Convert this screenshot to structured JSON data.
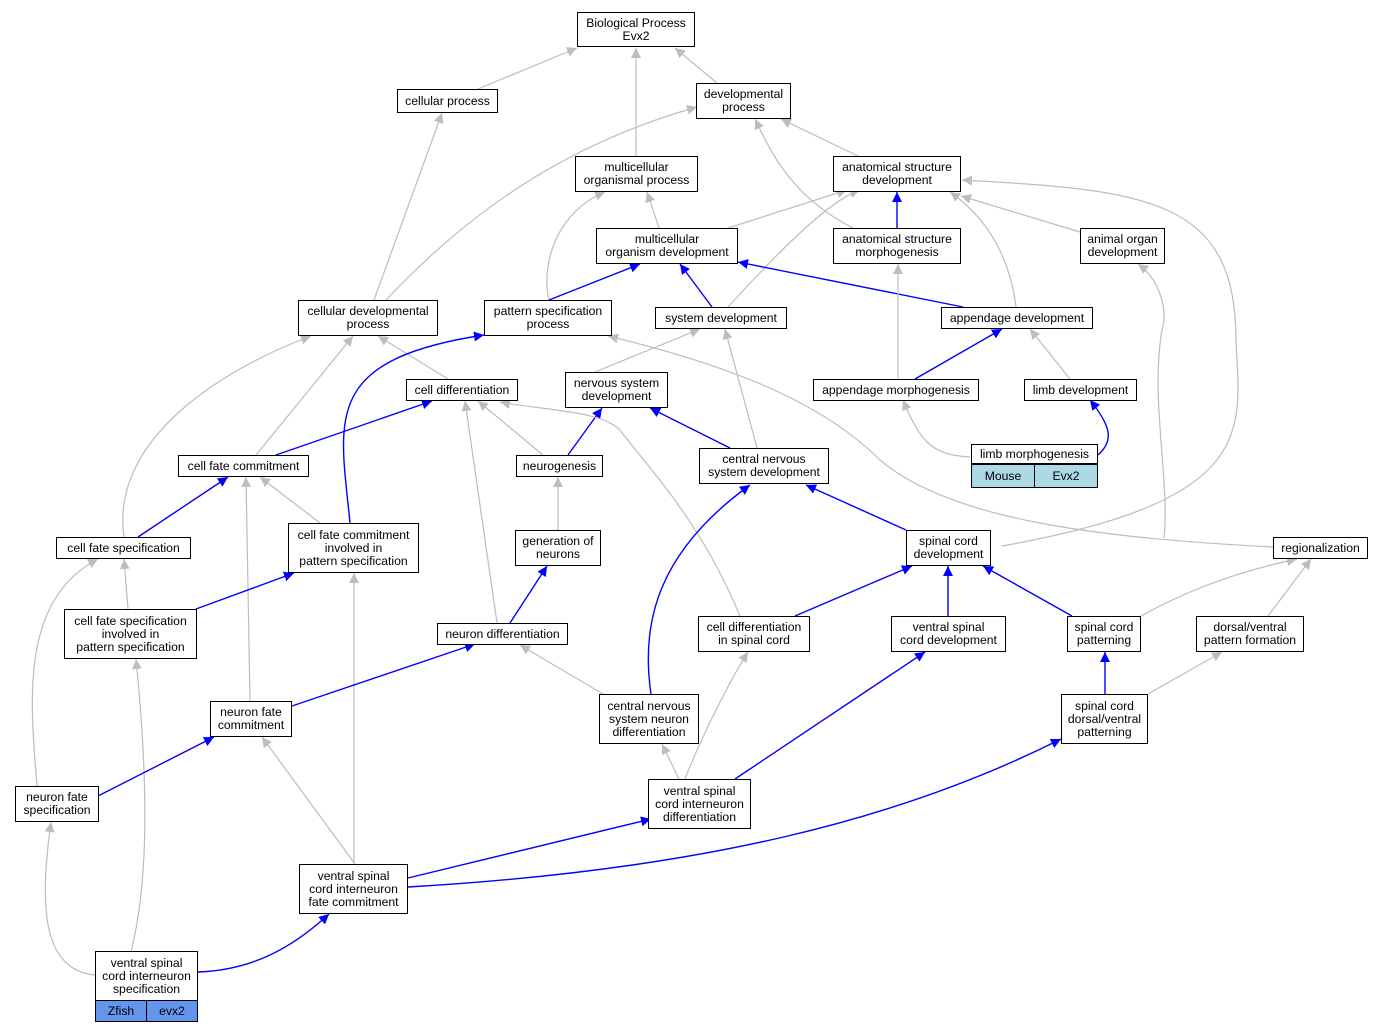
{
  "colors": {
    "gray_edge": "#bdbdbd",
    "blue_edge": "#0000ff",
    "mouse_tag": "#add8e6",
    "zfish_tag": "#6495ed"
  },
  "nodes": {
    "bp": {
      "lines": [
        "Biological Process",
        "Evx2"
      ]
    },
    "cp": {
      "lines": [
        "cellular process"
      ]
    },
    "dp": {
      "lines": [
        "developmental",
        "process"
      ]
    },
    "mop": {
      "lines": [
        "multicellular",
        "organismal process"
      ]
    },
    "asd": {
      "lines": [
        "anatomical structure",
        "development"
      ]
    },
    "mod": {
      "lines": [
        "multicellular",
        "organism development"
      ]
    },
    "asm": {
      "lines": [
        "anatomical structure",
        "morphogenesis"
      ]
    },
    "aod": {
      "lines": [
        "animal organ",
        "development"
      ]
    },
    "cdp": {
      "lines": [
        "cellular developmental",
        "process"
      ]
    },
    "psp": {
      "lines": [
        "pattern specification",
        "process"
      ]
    },
    "sd": {
      "lines": [
        "system development"
      ]
    },
    "ad": {
      "lines": [
        "appendage development"
      ]
    },
    "cd": {
      "lines": [
        "cell differentiation"
      ]
    },
    "nsd": {
      "lines": [
        "nervous system",
        "development"
      ]
    },
    "am": {
      "lines": [
        "appendage morphogenesis"
      ]
    },
    "ld": {
      "lines": [
        "limb development"
      ]
    },
    "lm": {
      "lines": [
        "limb morphogenesis"
      ]
    },
    "cfc": {
      "lines": [
        "cell fate commitment"
      ]
    },
    "ng": {
      "lines": [
        "neurogenesis"
      ]
    },
    "cnsd": {
      "lines": [
        "central nervous",
        "system development"
      ]
    },
    "cfs": {
      "lines": [
        "cell fate specification"
      ]
    },
    "cfcips": {
      "lines": [
        "cell fate commitment",
        "involved in",
        "pattern specification"
      ]
    },
    "gon": {
      "lines": [
        "generation of",
        "neurons"
      ]
    },
    "scd": {
      "lines": [
        "spinal cord",
        "development"
      ]
    },
    "reg": {
      "lines": [
        "regionalization"
      ]
    },
    "cfsips": {
      "lines": [
        "cell fate specification",
        "involved in",
        "pattern specification"
      ]
    },
    "nd": {
      "lines": [
        "neuron differentiation"
      ]
    },
    "cdisc": {
      "lines": [
        "cell differentiation",
        "in spinal cord"
      ]
    },
    "vscd": {
      "lines": [
        "ventral spinal",
        "cord development"
      ]
    },
    "scp": {
      "lines": [
        "spinal cord",
        "patterning"
      ]
    },
    "dvpf": {
      "lines": [
        "dorsal/ventral",
        "pattern formation"
      ]
    },
    "nfc": {
      "lines": [
        "neuron fate",
        "commitment"
      ]
    },
    "cnsnd": {
      "lines": [
        "central nervous",
        "system neuron",
        "differentiation"
      ]
    },
    "scdvp": {
      "lines": [
        "spinal cord",
        "dorsal/ventral",
        "patterning"
      ]
    },
    "nfs": {
      "lines": [
        "neuron fate",
        "specification"
      ]
    },
    "vscid": {
      "lines": [
        "ventral spinal",
        "cord interneuron",
        "differentiation"
      ]
    },
    "vscifc": {
      "lines": [
        "ventral spinal",
        "cord interneuron",
        "fate commitment"
      ]
    },
    "vscis": {
      "lines": [
        "ventral spinal",
        "cord interneuron",
        "specification"
      ]
    }
  },
  "annotations": {
    "lm": {
      "species": "Mouse",
      "gene": "Evx2"
    },
    "vscis": {
      "species": "Zfish",
      "gene": "evx2"
    }
  }
}
